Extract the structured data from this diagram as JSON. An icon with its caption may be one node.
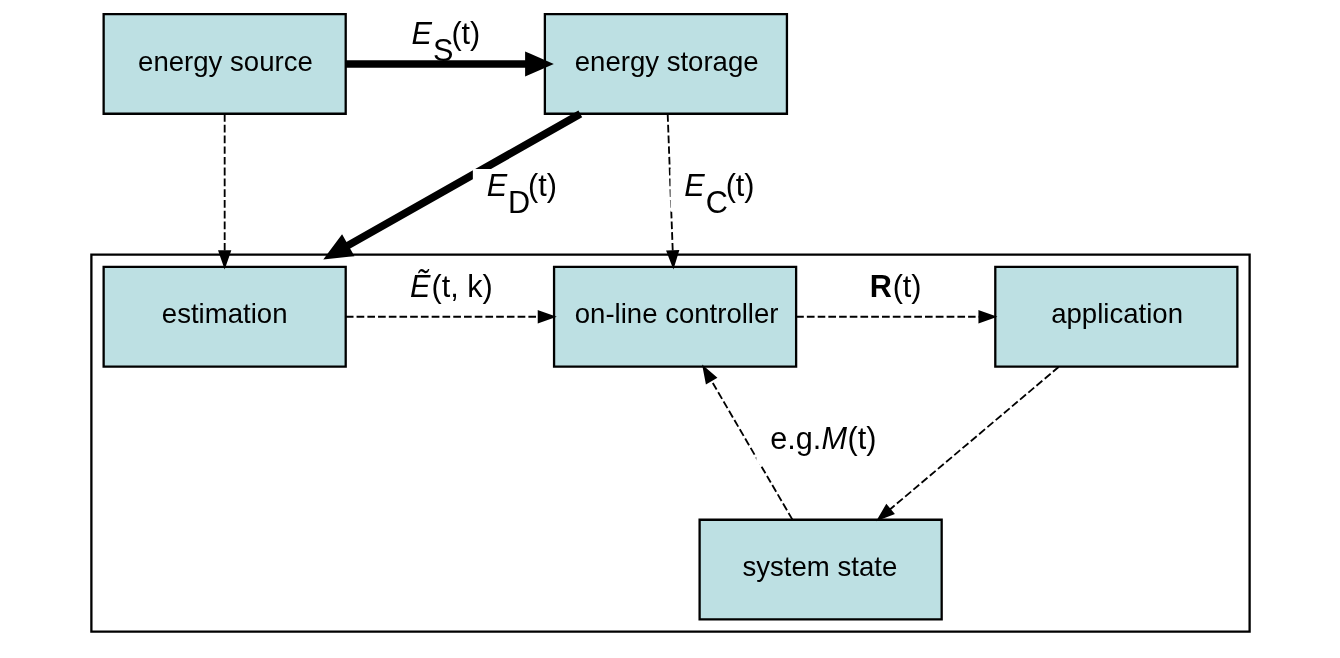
{
  "diagram": {
    "nodes": [
      {
        "text": [
          "energy source"
        ]
      },
      {
        "text": [
          "energy storage"
        ]
      },
      {
        "text": [],
        "shape": "box"
      },
      {
        "text": [
          "estimation"
        ],
        "in": 2
      },
      {
        "text": [
          "on-line controller"
        ],
        "in": 2
      },
      {
        "text": [
          "application"
        ],
        "in": 2
      },
      {
        "text": [
          "system state"
        ],
        "in": 2
      }
    ],
    "edges": [
      {
        "from": 0,
        "to": 1,
        "arrow": "to",
        "label": "*E*$_{S}$(t)",
        "style": "thick"
      },
      {
        "from": 0,
        "to": 3,
        "arrow": "to",
        "style": "dashed"
      },
      {
        "from": 1,
        "to": 4,
        "arrow": "to",
        "label": "*E*$_{C}$(t)",
        "style": "dashed"
      },
      {
        "from": 1,
        "to": 2,
        "arrow": "to",
        "label": "*E*$_{D}$(t)",
        "style": "thick"
      },
      {
        "from": 3,
        "to": 4,
        "arrow": "to",
        "label": "*Ẽ*(t, k)",
        "style": "dashed"
      },
      {
        "from": 4,
        "to": 5,
        "arrow": "to",
        "label": "**R**(t)",
        "style": "dashed"
      },
      {
        "from": 5,
        "to": 6,
        "arrow": "to",
        "style": "dashed"
      },
      {
        "from": 6,
        "to": 4,
        "arrow": "to",
        "label": "e.g.*M*(t)",
        "style": "dashed"
      }
    ]
  }
}
